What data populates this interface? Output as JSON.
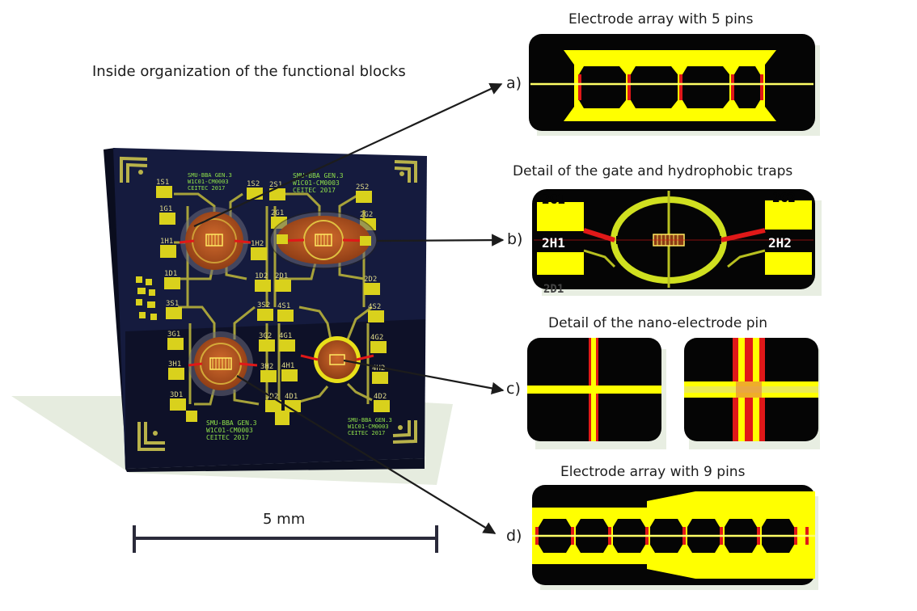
{
  "heading": "Inside organization of the functional blocks",
  "scale_label": "5 mm",
  "panels": [
    {
      "tag": "a)",
      "title": "Electrode array with 5 pins"
    },
    {
      "tag": "b)",
      "title": "Detail of the gate and hydrophobic traps"
    },
    {
      "tag": "c)",
      "title": "Detail of the nano-electrode pin"
    },
    {
      "tag": "d)",
      "title": "Electrode array with 9 pins"
    }
  ],
  "chip": {
    "text_top_left": [
      "SMU-BBA GEN.3",
      "W1C01-CM0003",
      "CEITEC 2017"
    ],
    "text_top_right": [
      "SMU-BBA GEN.3",
      "W1C01-CM0003",
      "CEITEC 2017"
    ],
    "text_bottom_left": [
      "SMU-BBA GEN.3",
      "W1C01-CM0003",
      "CEITEC 2017"
    ],
    "text_bottom_right": [
      "SMU-BBA GEN.3",
      "W1C01-CM0003",
      "CEITEC 2017"
    ],
    "pads": [
      {
        "label": "1S1"
      },
      {
        "label": "1S2"
      },
      {
        "label": "1G1"
      },
      {
        "label": "1H1"
      },
      {
        "label": "1H2"
      },
      {
        "label": "1D1"
      },
      {
        "label": "1D2"
      },
      {
        "label": "2S1"
      },
      {
        "label": "2S2"
      },
      {
        "label": "2G1"
      },
      {
        "label": "2G2"
      },
      {
        "label": "2D1"
      },
      {
        "label": "2D2"
      },
      {
        "label": "3S1"
      },
      {
        "label": "3S2"
      },
      {
        "label": "3G1"
      },
      {
        "label": "3G2"
      },
      {
        "label": "3H1"
      },
      {
        "label": "3H2"
      },
      {
        "label": "3D1"
      },
      {
        "label": "3D2"
      },
      {
        "label": "4S1"
      },
      {
        "label": "4S2"
      },
      {
        "label": "4G1"
      },
      {
        "label": "4G2"
      },
      {
        "label": "4H1"
      },
      {
        "label": "4H2"
      },
      {
        "label": "4D1"
      },
      {
        "label": "4D2"
      }
    ]
  },
  "panel_b_labels": {
    "g1": "2G1",
    "g2": "2G2",
    "h1": "2H1",
    "h2": "2H2",
    "d1": "2D1"
  },
  "colors": {
    "chip": "#141a3c",
    "pad": "#e8e01a",
    "electrode": "#ffff00",
    "trace_red": "#e01818",
    "panel_bg": "#050505",
    "trap": "#b5521e"
  }
}
